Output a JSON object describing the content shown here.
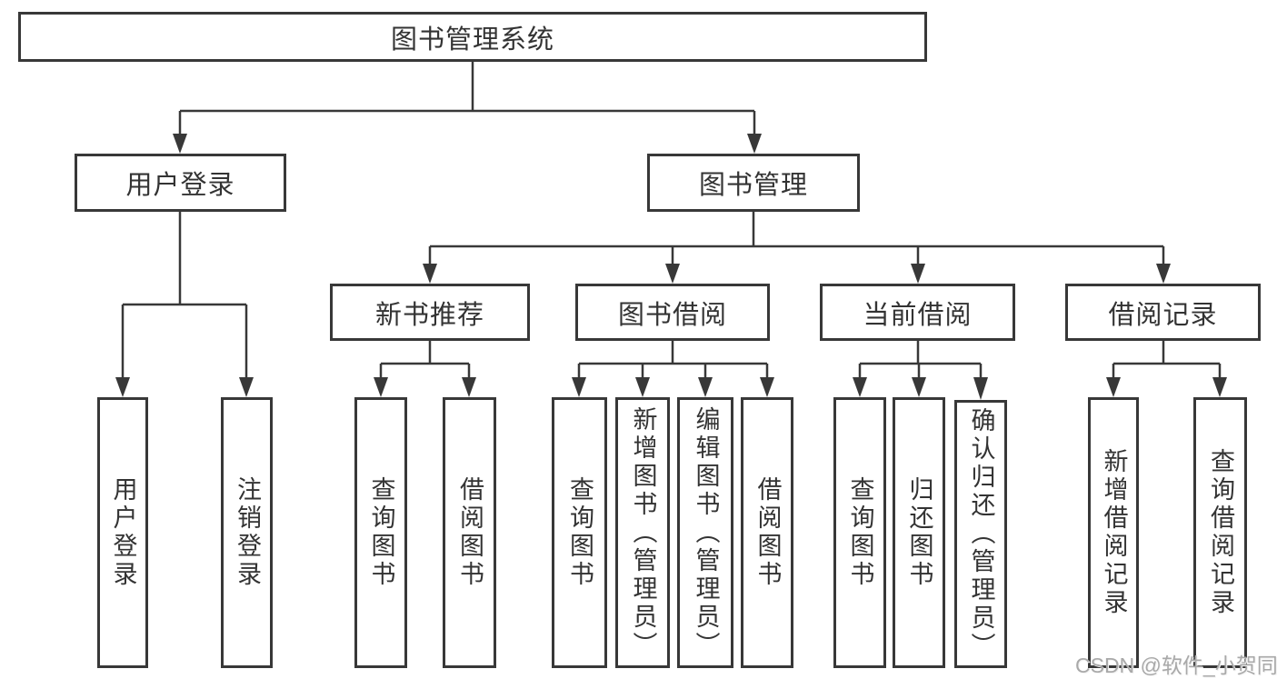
{
  "colors": {
    "line": "#383838",
    "box_border": "#383838",
    "text": "#333333",
    "background": "#ffffff",
    "watermark": "#a9a9a9"
  },
  "watermark": {
    "text": "CSDN @软件_小贺同学"
  },
  "tree": {
    "root": {
      "label": "图书管理系统",
      "children": [
        {
          "label": "用户登录",
          "children": [
            {
              "label": "用户登录"
            },
            {
              "label": "注销登录"
            }
          ]
        },
        {
          "label": "图书管理",
          "children": [
            {
              "label": "新书推荐",
              "children": [
                {
                  "label": "查询图书"
                },
                {
                  "label": "借阅图书"
                }
              ]
            },
            {
              "label": "图书借阅",
              "children": [
                {
                  "label": "查询图书"
                },
                {
                  "label": "新增图书（管理员）"
                },
                {
                  "label": "编辑图书（管理员）"
                },
                {
                  "label": "借阅图书"
                }
              ]
            },
            {
              "label": "当前借阅",
              "children": [
                {
                  "label": "查询图书"
                },
                {
                  "label": "归还图书"
                },
                {
                  "label": "确认归还（管理员）"
                }
              ]
            },
            {
              "label": "借阅记录",
              "children": [
                {
                  "label": "新增借阅记录"
                },
                {
                  "label": "查询借阅记录"
                }
              ]
            }
          ]
        }
      ]
    }
  }
}
